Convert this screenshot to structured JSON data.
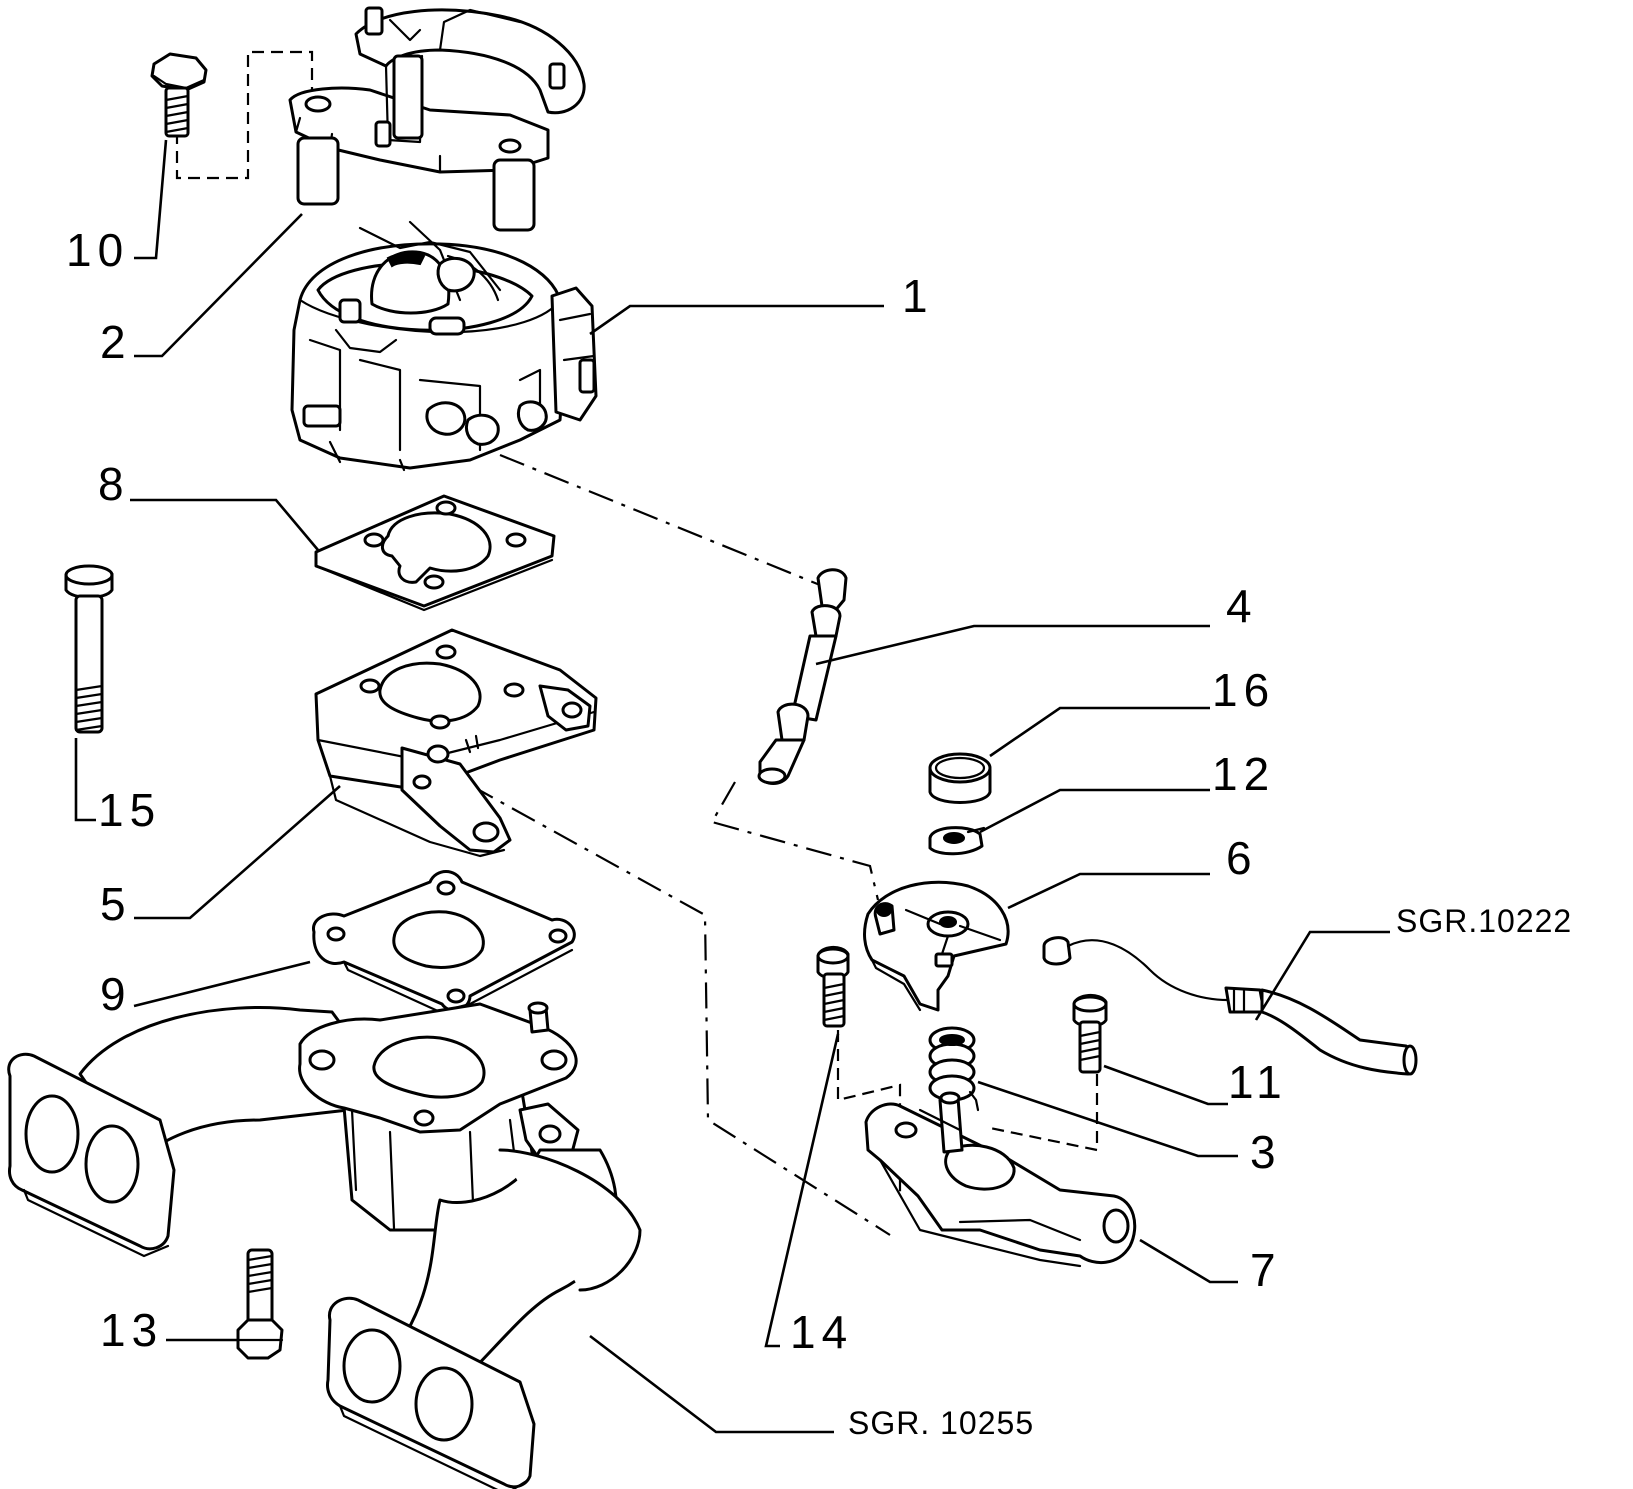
{
  "callouts": {
    "c1": "1",
    "c2": "2",
    "c3": "3",
    "c4": "4",
    "c5": "5",
    "c6": "6",
    "c7": "7",
    "c8": "8",
    "c9": "9",
    "c10": "10",
    "c11": "11",
    "c12": "12",
    "c13": "13",
    "c14": "14",
    "c15": "15",
    "c16": "16"
  },
  "references": {
    "sgr_10222": "SGR.10222",
    "sgr_10255": "SGR. 10255"
  }
}
